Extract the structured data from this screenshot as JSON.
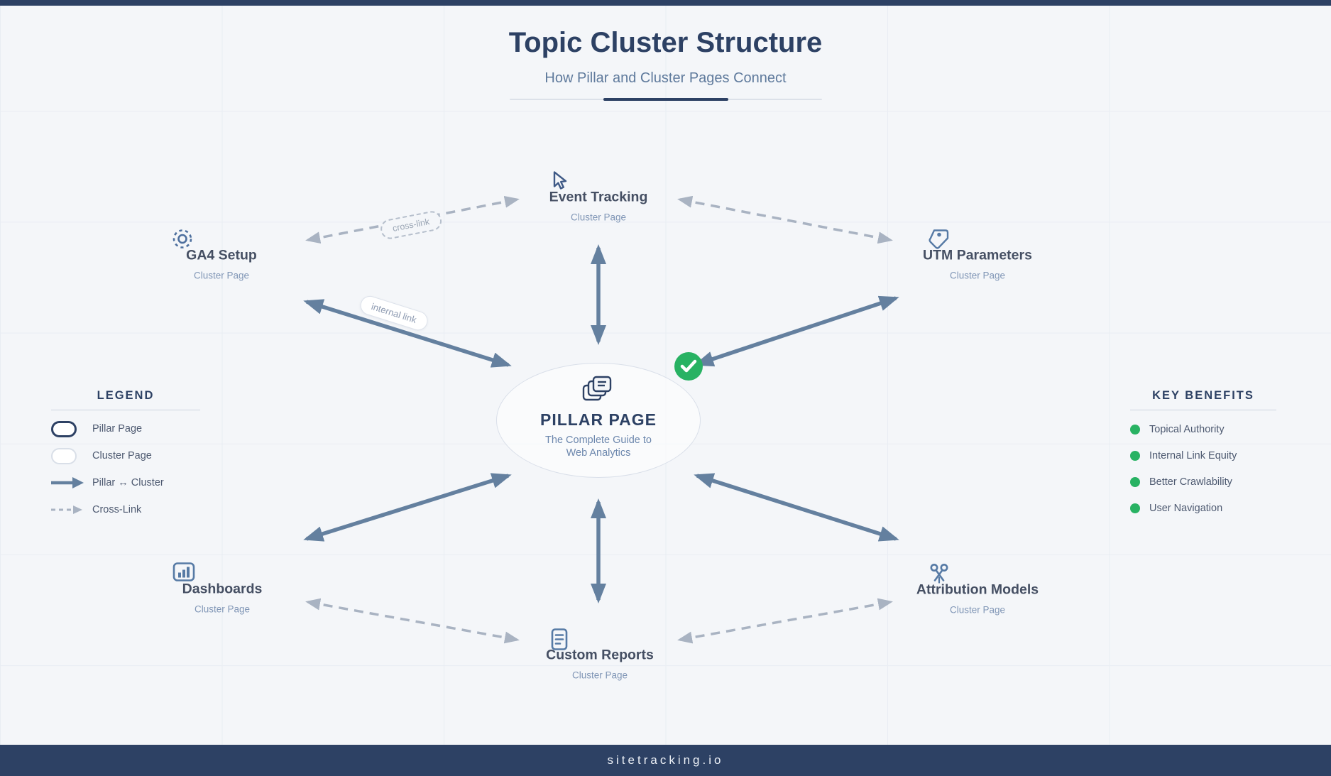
{
  "header": {
    "title": "Topic Cluster Structure",
    "subtitle": "How Pillar and Cluster Pages Connect"
  },
  "pillar": {
    "title": "PILLAR PAGE",
    "subtitle_line1": "The Complete Guide to",
    "subtitle_line2": "Web Analytics",
    "icon": "stacked-pages-icon",
    "badge_icon": "checkmark-icon"
  },
  "clusters": [
    {
      "id": "event-tracking",
      "title": "Event Tracking",
      "type_label": "Cluster Page",
      "icon": "cursor-click-icon"
    },
    {
      "id": "ga4-setup",
      "title": "GA4 Setup",
      "type_label": "Cluster Page",
      "icon": "gear-icon"
    },
    {
      "id": "utm-parameters",
      "title": "UTM Parameters",
      "type_label": "Cluster Page",
      "icon": "tag-icon"
    },
    {
      "id": "dashboards",
      "title": "Dashboards",
      "type_label": "Cluster Page",
      "icon": "bar-chart-icon"
    },
    {
      "id": "attribution-models",
      "title": "Attribution Models",
      "type_label": "Cluster Page",
      "icon": "split-paths-icon"
    },
    {
      "id": "custom-reports",
      "title": "Custom Reports",
      "type_label": "Cluster Page",
      "icon": "document-icon"
    }
  ],
  "connector_labels": {
    "internal_link": "internal link",
    "cross_link": "cross-link"
  },
  "legend": {
    "title": "LEGEND",
    "items": [
      {
        "label": "Pillar Page",
        "swatch": "pillar-pill"
      },
      {
        "label": "Cluster Page",
        "swatch": "cluster-pill"
      },
      {
        "label": "Pillar ↔ Cluster",
        "swatch": "solid-arrow"
      },
      {
        "label": "Cross-Link",
        "swatch": "dashed-arrow"
      }
    ]
  },
  "benefits": {
    "title": "KEY BENEFITS",
    "items": [
      {
        "label": "Topical Authority"
      },
      {
        "label": "Internal Link Equity"
      },
      {
        "label": "Better Crawlability"
      },
      {
        "label": "User Navigation"
      }
    ],
    "bullet_color": "#28b263"
  },
  "footer": {
    "brand": "sitetracking.io"
  },
  "colors": {
    "navy": "#2d4164",
    "background": "#f4f6f9",
    "solid_link": "#64809f",
    "cross_link": "#a6b0bf",
    "benefit_green": "#28b263",
    "cluster_label": "#8096b6"
  }
}
